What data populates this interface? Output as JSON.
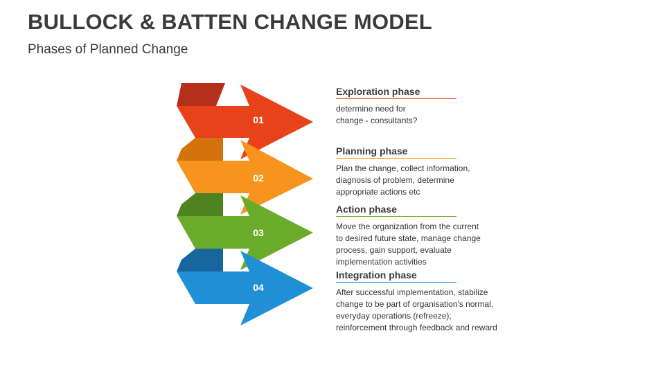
{
  "header": {
    "title": "BULLOCK & BATTEN CHANGE MODEL",
    "subtitle": "Phases of Planned Change"
  },
  "phases": [
    {
      "number": "01",
      "title": "Exploration phase",
      "description": "determine need for\nchange - consultants?",
      "color": "#e8421b",
      "dark_color": "#b5301a"
    },
    {
      "number": "02",
      "title": "Planning phase",
      "description": "Plan the change, collect information,\ndiagnosis of problem, determine\nappropriate actions etc",
      "color": "#f7941d",
      "dark_color": "#d4730c"
    },
    {
      "number": "03",
      "title": "Action phase",
      "description": "Move the organization from the current\nto desired future state, manage change\nprocess, gain support, evaluate\nimplementation activities",
      "color": "#6aac2a",
      "dark_color": "#4e8320"
    },
    {
      "number": "04",
      "title": "Integration phase",
      "description": "After successful implementation, stabilize\nchange to be part of organisation's normal,\neveryday operations (refreeze);\nreinforcement through feedback and reward",
      "color": "#1f8fd6",
      "dark_color": "#17669e"
    }
  ]
}
